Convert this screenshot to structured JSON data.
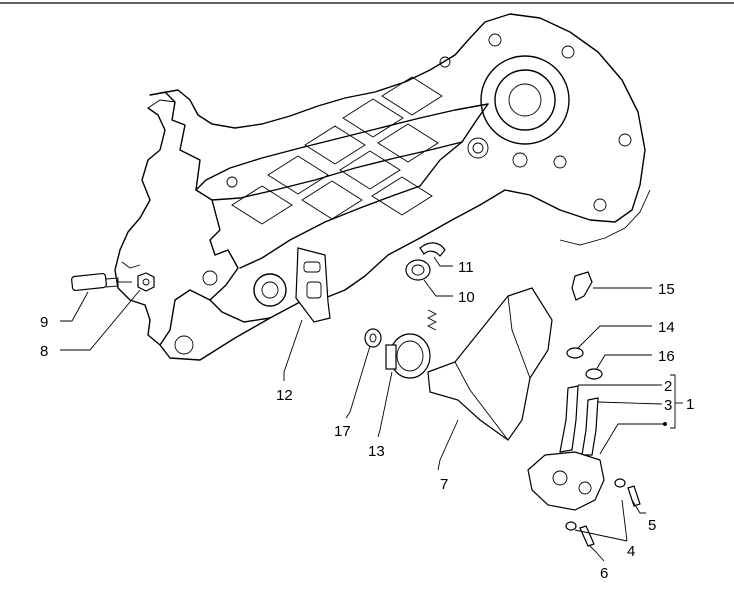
{
  "callouts": [
    {
      "id": "c1",
      "text": "1"
    },
    {
      "id": "c2",
      "text": "2"
    },
    {
      "id": "c3",
      "text": "3"
    },
    {
      "id": "c4",
      "text": "4"
    },
    {
      "id": "c5",
      "text": "5"
    },
    {
      "id": "c6",
      "text": "6"
    },
    {
      "id": "c7",
      "text": "7"
    },
    {
      "id": "c8",
      "text": "8"
    },
    {
      "id": "c9",
      "text": "9"
    },
    {
      "id": "c10",
      "text": "10"
    },
    {
      "id": "c11",
      "text": "11"
    },
    {
      "id": "c12",
      "text": "12"
    },
    {
      "id": "c13",
      "text": "13"
    },
    {
      "id": "c14",
      "text": "14"
    },
    {
      "id": "c15",
      "text": "15"
    },
    {
      "id": "c16",
      "text": "16"
    },
    {
      "id": "c17",
      "text": "17"
    }
  ]
}
